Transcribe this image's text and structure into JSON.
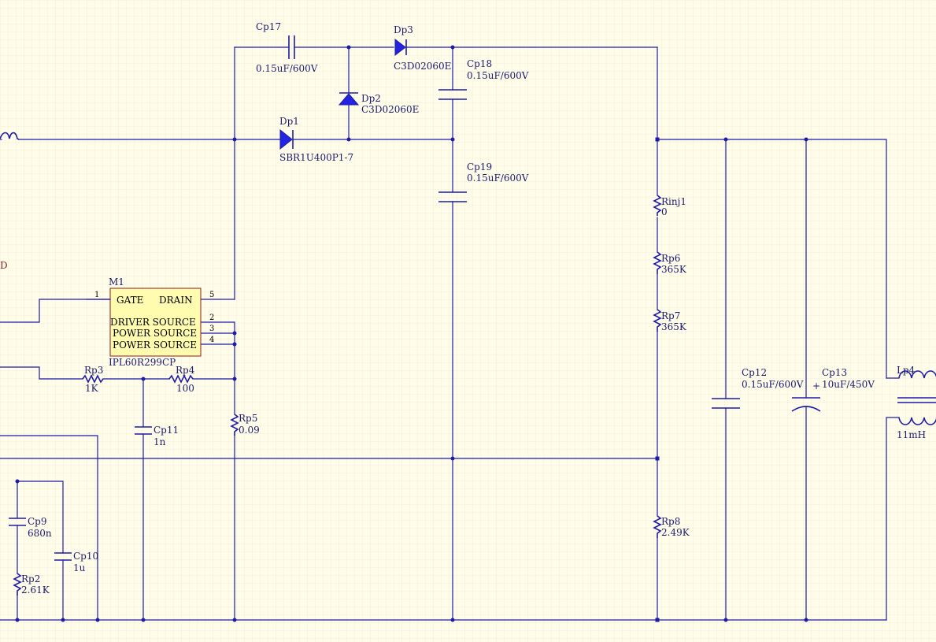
{
  "colors": {
    "background": "#fffde9",
    "grid": "#eeead2",
    "wire": "#1c1ca8",
    "ic_fill": "#fffcb0",
    "ic_border": "#8b1a1a",
    "diode_fill": "#2323e0"
  },
  "components": {
    "cp17": {
      "designator": "Cp17",
      "value": "0.15uF/600V"
    },
    "dp3": {
      "designator": "Dp3",
      "value": "C3D02060E"
    },
    "dp2": {
      "designator": "Dp2",
      "value": "C3D02060E"
    },
    "dp1": {
      "designator": "Dp1",
      "value": "SBR1U400P1-7"
    },
    "cp18": {
      "designator": "Cp18",
      "value": "0.15uF/600V"
    },
    "cp19": {
      "designator": "Cp19",
      "value": "0.15uF/600V"
    },
    "rinj1": {
      "designator": "Rinj1",
      "value": "0"
    },
    "rp6": {
      "designator": "Rp6",
      "value": "365K"
    },
    "rp7": {
      "designator": "Rp7",
      "value": "365K"
    },
    "rp8": {
      "designator": "Rp8",
      "value": "2.49K"
    },
    "cp12": {
      "designator": "Cp12",
      "value": "0.15uF/600V"
    },
    "cp13": {
      "designator": "Cp13",
      "value": "10uF/450V",
      "polarity": "+"
    },
    "lp4": {
      "designator": "Lp4",
      "value": "11mH"
    },
    "m1": {
      "designator": "M1",
      "value": "IPL60R299CP",
      "pins": [
        "GATE",
        "DRAIN",
        "DRIVER SOURCE",
        "POWER SOURCE",
        "POWER SOURCE"
      ],
      "pin_numbers": [
        "1",
        "5",
        "2",
        "3",
        "4"
      ]
    },
    "rp3": {
      "designator": "Rp3",
      "value": "1K"
    },
    "rp4": {
      "designator": "Rp4",
      "value": "100"
    },
    "rp5": {
      "designator": "Rp5",
      "value": "0.09"
    },
    "cp11": {
      "designator": "Cp11",
      "value": "1n"
    },
    "cp9": {
      "designator": "Cp9",
      "value": "680n"
    },
    "cp10": {
      "designator": "Cp10",
      "value": "1u"
    },
    "rp2": {
      "designator": "Rp2",
      "value": "2.61K"
    }
  },
  "edge_fragment": "D"
}
